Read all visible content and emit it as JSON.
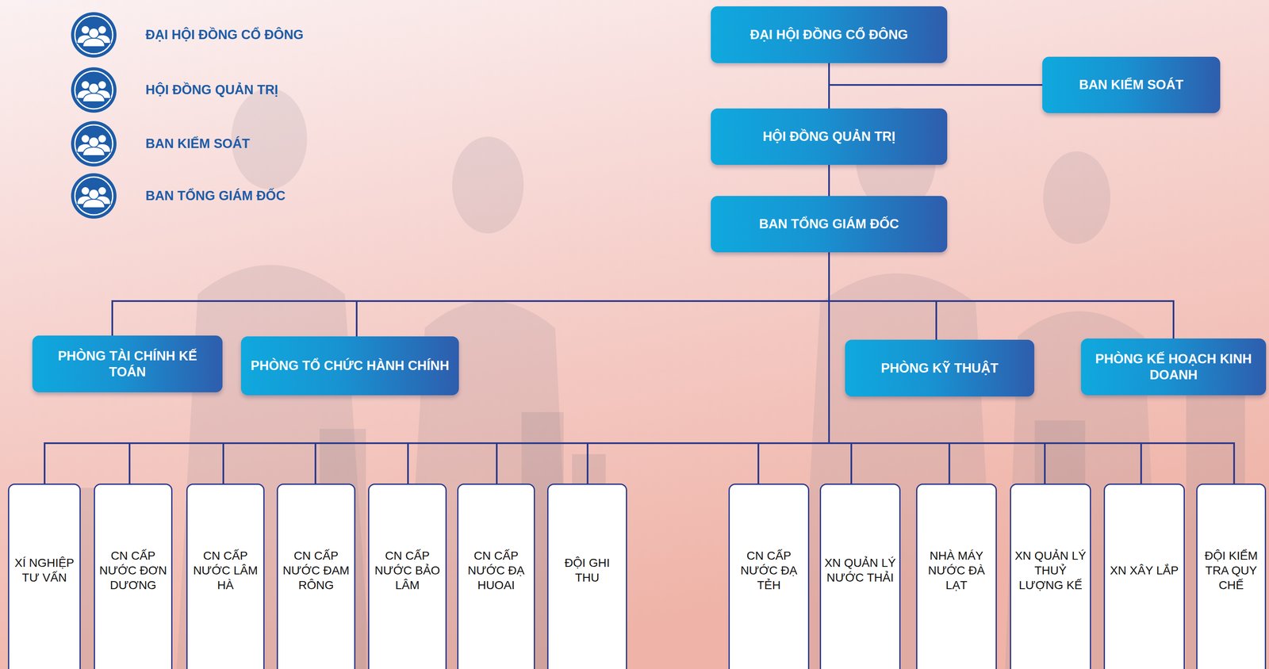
{
  "diagram": {
    "nodes": [
      {
        "text": [
          "ĐẠI HỘI ĐỒNG CỔ ĐÔNG"
        ]
      },
      {
        "text": [
          "BAN KIỂM SOÁT"
        ]
      },
      {
        "text": [
          "HỘI ĐỒNG QUẢN TRỊ"
        ]
      },
      {
        "text": [
          "BAN TỔNG GIÁM ĐỐC"
        ]
      },
      {
        "text": [
          "PHÒNG TÀI CHÍNH KẾ TOÁN"
        ]
      },
      {
        "text": [
          "PHÒNG TỔ CHỨC HÀNH CHÍNH"
        ]
      },
      {
        "text": [
          "PHÒNG KỸ THUẬT"
        ]
      },
      {
        "text": [
          "PHÒNG KẾ HOẠCH KINH DOANH"
        ]
      },
      {
        "text": [
          "XÍ NGHIỆP TƯ VẤN"
        ]
      },
      {
        "text": [
          "CN CẤP NƯỚC ĐƠN DƯƠNG"
        ]
      },
      {
        "text": [
          "CN CẤP NƯỚC LÂM HÀ"
        ]
      },
      {
        "text": [
          "CN CẤP NƯỚC ĐAM RÔNG"
        ]
      },
      {
        "text": [
          "CN CẤP NƯỚC BẢO LÂM"
        ]
      },
      {
        "text": [
          "CN CẤP NƯỚC ĐẠ HUOAI"
        ]
      },
      {
        "text": [
          "ĐỘI GHI THU"
        ]
      },
      {
        "text": [
          "CN CẤP NƯỚC ĐẠ TẺH"
        ]
      },
      {
        "text": [
          "XN QUẢN LÝ NƯỚC THẢI"
        ]
      },
      {
        "text": [
          "NHÀ MÁY NƯỚC ĐÀ LẠT"
        ]
      },
      {
        "text": [
          "XN QUẢN LÝ THUỶ LƯỢNG KẾ"
        ]
      },
      {
        "text": [
          "XN XÂY LẮP"
        ]
      },
      {
        "text": [
          "ĐỘI KIỂM TRA QUY CHẾ"
        ]
      }
    ],
    "edges": [
      {
        "from": 0,
        "to": 1,
        "arrow": "none"
      },
      {
        "from": 0,
        "to": 2,
        "arrow": "none"
      },
      {
        "from": 2,
        "to": 3,
        "arrow": "none"
      },
      {
        "from": 3,
        "to": 4,
        "arrow": "none"
      },
      {
        "from": 3,
        "to": 5,
        "arrow": "none"
      },
      {
        "from": 3,
        "to": 6,
        "arrow": "none"
      },
      {
        "from": 3,
        "to": 7,
        "arrow": "none"
      },
      {
        "from": 3,
        "to": 8,
        "arrow": "none"
      },
      {
        "from": 3,
        "to": 9,
        "arrow": "none"
      },
      {
        "from": 3,
        "to": 10,
        "arrow": "none"
      },
      {
        "from": 3,
        "to": 11,
        "arrow": "none"
      },
      {
        "from": 3,
        "to": 12,
        "arrow": "none"
      },
      {
        "from": 3,
        "to": 13,
        "arrow": "none"
      },
      {
        "from": 3,
        "to": 14,
        "arrow": "none"
      },
      {
        "from": 3,
        "to": 15,
        "arrow": "none"
      },
      {
        "from": 3,
        "to": 16,
        "arrow": "none"
      },
      {
        "from": 3,
        "to": 17,
        "arrow": "none"
      },
      {
        "from": 3,
        "to": 18,
        "arrow": "none"
      },
      {
        "from": 3,
        "to": 19,
        "arrow": "none"
      },
      {
        "from": 3,
        "to": 20,
        "arrow": "none"
      }
    ],
    "labels": [
      "ĐẠI HỘI ĐỒNG CỔ ĐÔNG",
      "HỘI ĐỒNG QUẢN TRỊ",
      "BAN KIỂM SOÁT",
      "BAN TỔNG GIÁM ĐỐC"
    ]
  }
}
